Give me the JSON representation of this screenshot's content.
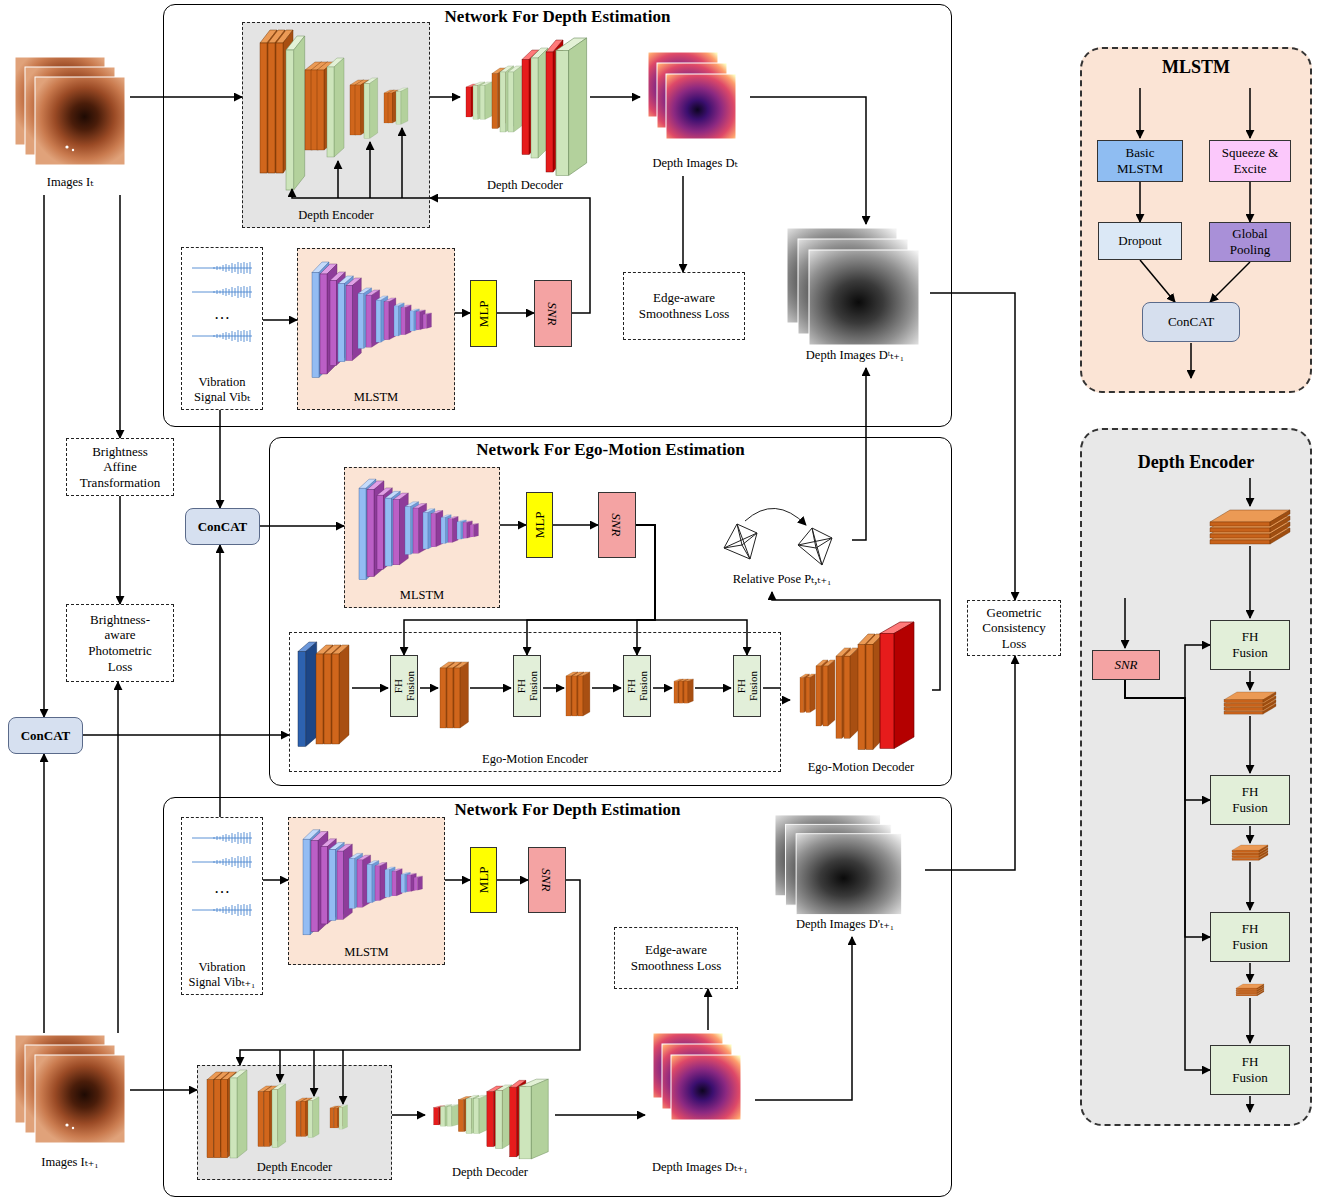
{
  "diagram": {
    "nodes": [
      {
        "text": [
          "Images Iₜ"
        ]
      },
      {
        "text": [
          "Network For Depth Estimation"
        ]
      },
      {
        "text": [
          "Depth Encoder"
        ],
        "in": 1
      },
      {
        "text": [
          "Depth Decoder"
        ],
        "in": 1
      },
      {
        "text": [
          "Depth Images Dₜ"
        ],
        "in": 1
      },
      {
        "text": [
          "…",
          "Vibration Signal Vibₜ"
        ],
        "in": 1
      },
      {
        "text": [
          "MLSTM"
        ],
        "in": 1
      },
      {
        "text": [
          "MLP"
        ],
        "in": 1
      },
      {
        "text": [
          "SNR"
        ],
        "in": 1
      },
      {
        "text": [
          "Edge-aware Smoothness Loss"
        ],
        "in": 1
      },
      {
        "text": [
          "Depth Images Dᵗₜ₊₁"
        ],
        "in": 1
      },
      {
        "text": [
          "MLSTM"
        ]
      },
      {
        "text": [
          "Basic MLSTM"
        ],
        "in": 11
      },
      {
        "text": [
          "Squeeze & Excite"
        ],
        "in": 11
      },
      {
        "text": [
          "Dropout"
        ],
        "in": 11
      },
      {
        "text": [
          "Global Pooling"
        ],
        "in": 11
      },
      {
        "text": [
          "ConCAT"
        ],
        "in": 11
      },
      {
        "text": [
          "Brightness Affine Transformation"
        ]
      },
      {
        "text": [
          "ConCAT"
        ]
      },
      {
        "text": [
          "Network For Ego-Motion Estimation"
        ]
      },
      {
        "text": [
          "MLSTM"
        ],
        "in": 19
      },
      {
        "text": [
          "MLP"
        ],
        "in": 19
      },
      {
        "text": [
          "SNR"
        ],
        "in": 19
      },
      {
        "text": [
          "Relative Pose Pₜ,ₜ₊₁"
        ],
        "in": 19
      },
      {
        "text": [
          "Ego-Motion Encoder"
        ],
        "in": 19
      },
      {
        "text": [
          "FH Fusion"
        ],
        "in": 24
      },
      {
        "text": [
          "FH Fusion"
        ],
        "in": 24
      },
      {
        "text": [
          "FH Fusion"
        ],
        "in": 24
      },
      {
        "text": [
          "FH Fusion"
        ],
        "in": 24
      },
      {
        "text": [
          "Ego-Motion Decoder"
        ],
        "in": 19
      },
      {
        "text": [
          "Brightness-aware Photometric Loss"
        ]
      },
      {
        "text": [
          "Geometric Consistency Loss"
        ]
      },
      {
        "text": [
          "ConCAT"
        ]
      },
      {
        "text": [
          "Depth Encoder"
        ]
      },
      {
        "text": [
          "SNR"
        ],
        "in": 33
      },
      {
        "text": [
          "FH Fusion"
        ],
        "in": 33
      },
      {
        "text": [
          "FH Fusion"
        ],
        "in": 33
      },
      {
        "text": [
          "FH Fusion"
        ],
        "in": 33
      },
      {
        "text": [
          "FH Fusion"
        ],
        "in": 33
      },
      {
        "text": [
          "Network For Depth Estimation"
        ]
      },
      {
        "text": [
          "…",
          "Vibration Signal Vibₜ₊₁"
        ],
        "in": 39
      },
      {
        "text": [
          "MLSTM"
        ],
        "in": 39
      },
      {
        "text": [
          "MLP"
        ],
        "in": 39
      },
      {
        "text": [
          "SNR"
        ],
        "in": 39
      },
      {
        "text": [
          "Depth Images D'ₜ₊₁"
        ],
        "in": 39
      },
      {
        "text": [
          "Edge-aware Smoothness Loss"
        ],
        "in": 39
      },
      {
        "text": [
          "Depth Encoder"
        ],
        "in": 39
      },
      {
        "text": [
          "Depth Decoder"
        ],
        "in": 39
      },
      {
        "text": [
          "Depth Images Dₜ₊₁"
        ],
        "in": 39
      },
      {
        "text": [
          "Images Iₜ₊₁"
        ]
      }
    ],
    "edges": [
      {
        "from": 0,
        "to": 2,
        "arrow": "to"
      },
      {
        "from": 0,
        "to": 17,
        "arrow": "to"
      },
      {
        "from": 0,
        "to": 32,
        "arrow": "to"
      },
      {
        "from": 17,
        "to": 30,
        "arrow": "to"
      },
      {
        "from": 49,
        "to": 32,
        "arrow": "to"
      },
      {
        "from": 49,
        "to": 30,
        "arrow": "to"
      },
      {
        "from": 32,
        "to": 24,
        "arrow": "to"
      },
      {
        "from": 5,
        "to": 6,
        "arrow": "to"
      },
      {
        "from": 6,
        "to": 7,
        "arrow": "to"
      },
      {
        "from": 7,
        "to": 8,
        "arrow": "to"
      },
      {
        "from": 8,
        "to": 2,
        "arrow": "to"
      },
      {
        "from": 2,
        "to": 3,
        "arrow": "to"
      },
      {
        "from": 3,
        "to": 4,
        "arrow": "to"
      },
      {
        "from": 4,
        "to": 9,
        "arrow": "to"
      },
      {
        "from": 4,
        "to": 10,
        "arrow": "to"
      },
      {
        "from": 5,
        "to": 18,
        "arrow": "to"
      },
      {
        "from": 40,
        "to": 18,
        "arrow": "to"
      },
      {
        "from": 18,
        "to": 20,
        "arrow": "to"
      },
      {
        "from": 20,
        "to": 21,
        "arrow": "to"
      },
      {
        "from": 21,
        "to": 22,
        "arrow": "to"
      },
      {
        "from": 22,
        "to": 25,
        "arrow": "to"
      },
      {
        "from": 22,
        "to": 26,
        "arrow": "to"
      },
      {
        "from": 22,
        "to": 27,
        "arrow": "to"
      },
      {
        "from": 22,
        "to": 28,
        "arrow": "to"
      },
      {
        "from": 24,
        "to": 29,
        "arrow": "to"
      },
      {
        "from": 29,
        "to": 23,
        "arrow": "to"
      },
      {
        "from": 23,
        "to": 10,
        "arrow": "to"
      },
      {
        "from": 10,
        "to": 31,
        "arrow": "to"
      },
      {
        "from": 44,
        "to": 31,
        "arrow": "to"
      },
      {
        "from": 40,
        "to": 41,
        "arrow": "to"
      },
      {
        "from": 41,
        "to": 42,
        "arrow": "to"
      },
      {
        "from": 42,
        "to": 43,
        "arrow": "to"
      },
      {
        "from": 43,
        "to": 46,
        "arrow": "to"
      },
      {
        "from": 49,
        "to": 46,
        "arrow": "to"
      },
      {
        "from": 46,
        "to": 47,
        "arrow": "to"
      },
      {
        "from": 47,
        "to": 48,
        "arrow": "to"
      },
      {
        "from": 48,
        "to": 45,
        "arrow": "to"
      },
      {
        "from": 48,
        "to": 44,
        "arrow": "to"
      },
      {
        "from": 12,
        "to": 14,
        "arrow": "to"
      },
      {
        "from": 13,
        "to": 15,
        "arrow": "to"
      },
      {
        "from": 14,
        "to": 16,
        "arrow": "to"
      },
      {
        "from": 15,
        "to": 16,
        "arrow": "to"
      },
      {
        "from": 34,
        "to": 35,
        "arrow": "to"
      },
      {
        "from": 34,
        "to": 36,
        "arrow": "to"
      },
      {
        "from": 34,
        "to": 37,
        "arrow": "to"
      },
      {
        "from": 34,
        "to": 38,
        "arrow": "to"
      }
    ]
  }
}
